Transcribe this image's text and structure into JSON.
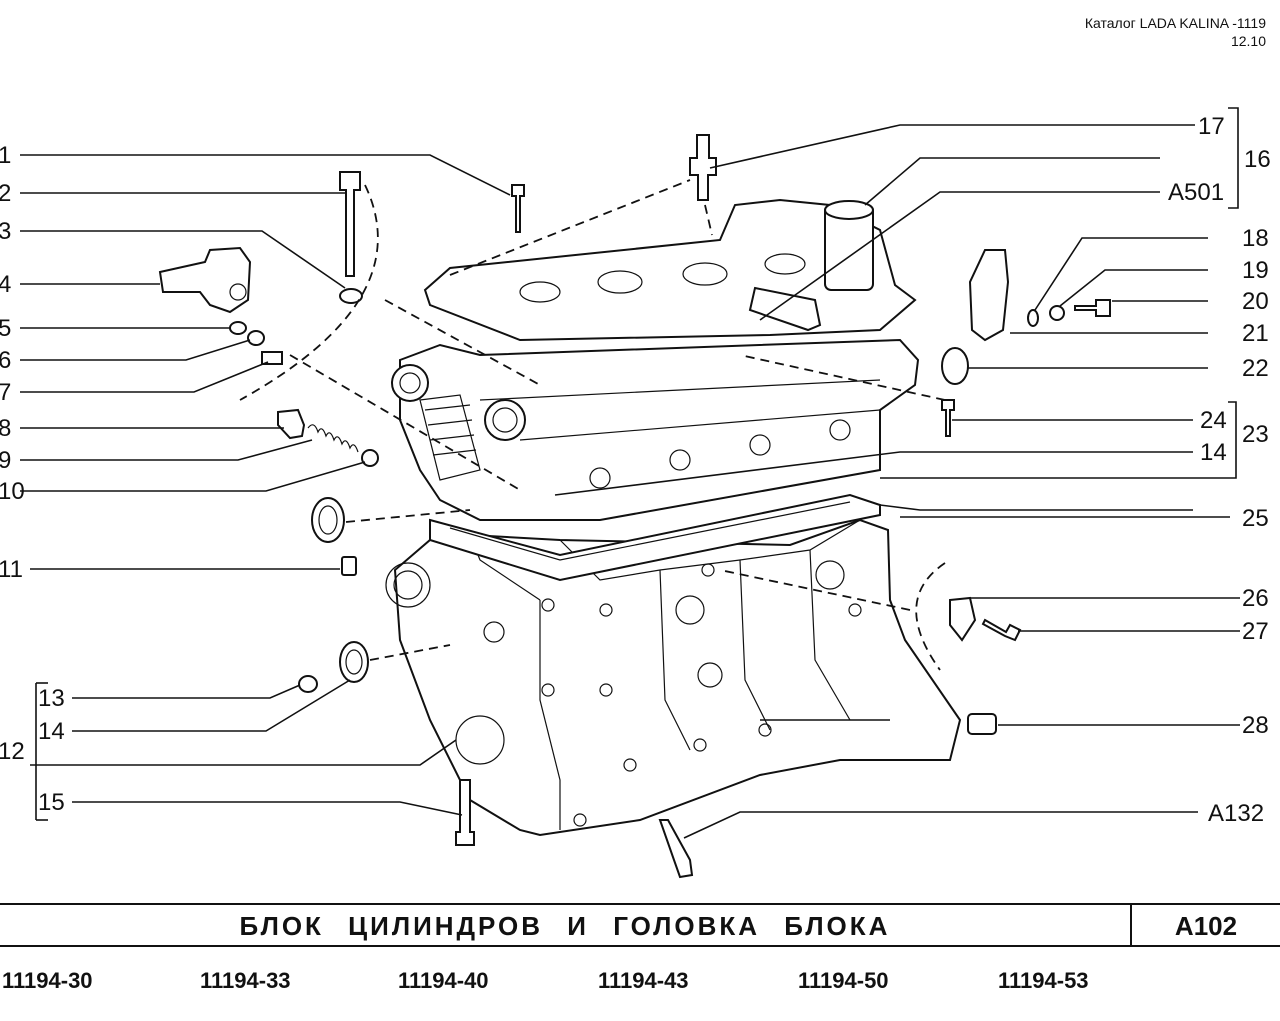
{
  "header": {
    "catalog": "Каталог  LADA  KALINA -1119",
    "date": "12.10"
  },
  "callouts": {
    "c1": "1",
    "c2": "2",
    "c3": "3",
    "c4": "4",
    "c5": "5",
    "c6": "6",
    "c7": "7",
    "c8": "8",
    "c9": "9",
    "c10": "10",
    "c11": "11",
    "c12": "12",
    "c13": "13",
    "c14_left": "14",
    "c15": "15",
    "c16": "16",
    "c17": "17",
    "c_a501": "A501",
    "c18": "18",
    "c19": "19",
    "c20": "20",
    "c21": "21",
    "c22": "22",
    "c23": "23",
    "c24": "24",
    "c14_right": "14",
    "c25": "25",
    "c26": "26",
    "c27": "27",
    "c28": "28",
    "c_a132": "A132"
  },
  "footer": {
    "title": "БЛОК  ЦИЛИНДРОВ  И  ГОЛОВКА  БЛОКА",
    "page_code": "A102",
    "models": [
      "11194-30",
      "11194-33",
      "11194-40",
      "11194-43",
      "11194-50",
      "11194-53"
    ]
  }
}
